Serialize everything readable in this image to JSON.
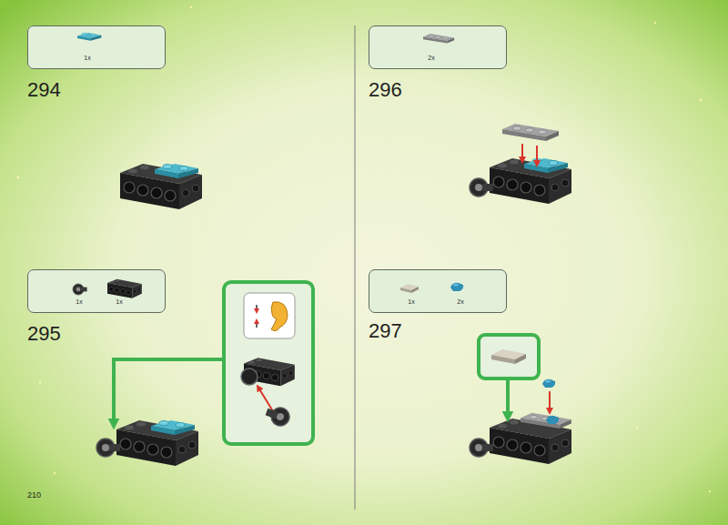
{
  "diagram": {
    "nodes": [
      {
        "text": [
          "1x"
        ]
      },
      {
        "text": [
          "1x",
          "1x"
        ]
      },
      {
        "text": [
          "2x"
        ]
      },
      {
        "text": [
          "1x",
          "2x"
        ]
      }
    ],
    "labels": [
      "294",
      "295",
      "296",
      "297",
      "210"
    ]
  }
}
